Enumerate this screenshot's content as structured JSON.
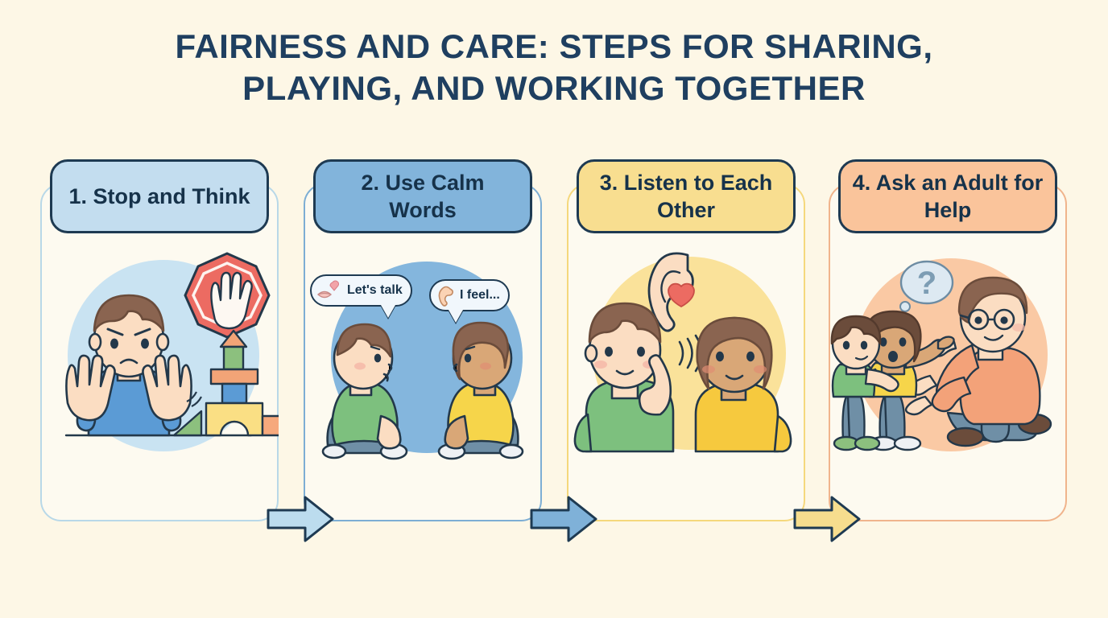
{
  "page": {
    "background_color": "#fdf7e6",
    "title_color": "#1f3f60"
  },
  "title": {
    "line1": "FAIRNESS AND CARE: STEPS FOR SHARING,",
    "line2": "PLAYING, AND WORKING TOGETHER"
  },
  "steps": [
    {
      "number": "1",
      "label": "1. Stop and Think",
      "header_color": "#c3ddef",
      "card_border_color": "#b8d8e8",
      "blob_color": "#c9e3f2",
      "illustration": "boy-hands-up-stop-sign-blocks",
      "icons": [
        "stop-sign-hand-icon",
        "block-tower-icon",
        "boy-raised-hands-icon"
      ]
    },
    {
      "number": "2",
      "label": "2. Use Calm Words",
      "header_color": "#82b4db",
      "card_border_color": "#7daed4",
      "blob_color": "#84b6dd",
      "illustration": "two-children-sitting-talking",
      "icons": [
        "lips-icon",
        "heart-icon",
        "ear-icon"
      ],
      "bubbles": [
        {
          "text": "Let's talk",
          "icon": "lips-heart-icon"
        },
        {
          "text": "I feel...",
          "icon": "ear-icon"
        }
      ]
    },
    {
      "number": "3",
      "label": "3. Listen to Each Other",
      "header_color": "#f8de90",
      "card_border_color": "#f5d87c",
      "blob_color": "#fae29a",
      "illustration": "boy-cupping-ear-girl-speaking",
      "icons": [
        "ear-heart-icon",
        "sound-waves-icon"
      ]
    },
    {
      "number": "4",
      "label": "4. Ask an Adult for Help",
      "header_color": "#fac49b",
      "card_border_color": "#f0b48c",
      "blob_color": "#fac9a4",
      "illustration": "two-children-asking-kneeling-adult",
      "icons": [
        "question-thought-bubble-icon",
        "glasses-icon"
      ],
      "thought_bubble_text": "?"
    }
  ],
  "arrows": [
    {
      "from": "1",
      "to": "2",
      "color": "#bcdcee"
    },
    {
      "from": "2",
      "to": "3",
      "color": "#7fb1d8"
    },
    {
      "from": "3",
      "to": "4",
      "color": "#f6dd8e"
    }
  ]
}
